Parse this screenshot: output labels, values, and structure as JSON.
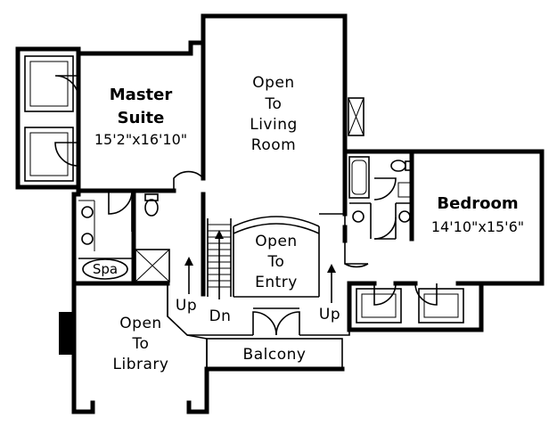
{
  "rooms": {
    "master_suite": {
      "name_line1": "Master",
      "name_line2": "Suite",
      "dimensions": "15'2\"x16'10\""
    },
    "bedroom": {
      "name": "Bedroom",
      "dimensions": "14'10\"x15'6\""
    },
    "open_living": {
      "line1": "Open",
      "line2": "To",
      "line3": "Living",
      "line4": "Room"
    },
    "open_entry": {
      "line1": "Open",
      "line2": "To",
      "line3": "Entry"
    },
    "open_library": {
      "line1": "Open",
      "line2": "To",
      "line3": "Library"
    },
    "balcony": {
      "name": "Balcony"
    },
    "spa": {
      "name": "Spa"
    }
  },
  "stairs": {
    "up_left": "Up",
    "down": "Dn",
    "up_right": "Up"
  }
}
